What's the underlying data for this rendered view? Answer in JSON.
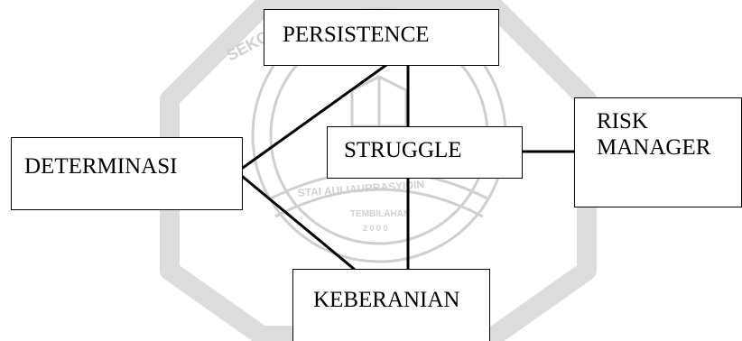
{
  "diagram": {
    "nodes": {
      "persistence": "PERSISTENCE",
      "struggle": "STRUGGLE",
      "risk_line1": "RISK",
      "risk_line2": "MANAGER",
      "determinasi": "DETERMINASI",
      "keberanian": "KEBERANIAN"
    },
    "edges": [
      [
        "determinasi",
        "persistence"
      ],
      [
        "determinasi",
        "keberanian"
      ],
      [
        "persistence",
        "struggle"
      ],
      [
        "struggle",
        "keberanian"
      ],
      [
        "struggle",
        "risk-manager"
      ]
    ],
    "watermark": {
      "top_text": "SEKOLAH",
      "band_text": "STAI AULIAURRASYIDIN",
      "sub_text": "TEMBILAHAN",
      "year_text": "2 0 0 0",
      "color": "#d6d6d6"
    }
  }
}
